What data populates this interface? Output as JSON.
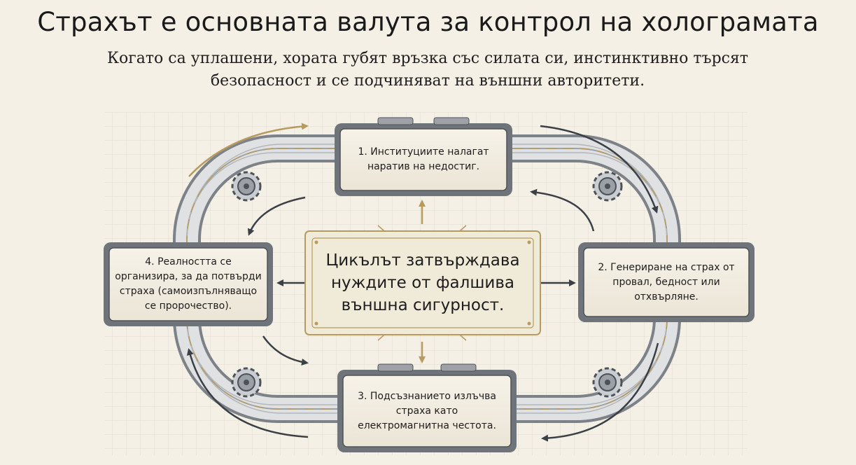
{
  "header": {
    "title": "Страхът е основната валута за контрол на холограмата",
    "subtitle": "Когато са уплашени, хората губят връзка със силата си, инстинктивно търсят безопасност и се подчиняват на външни авторитети."
  },
  "diagram": {
    "center": "Цикълът затвърждава нуждите от фалшива външна сигурност.",
    "steps": [
      "1. Институциите налагат наратив на недостиг.",
      "2. Генериране на страх от провал, бедност или отхвърляне.",
      "3. Подсъзнанието излъчва страха като електромагнитна честота.",
      "4. Реалността се организира, за да потвърди страха (самоизпълняващо се пророчество)."
    ]
  },
  "colors": {
    "background": "#f4f0e6",
    "accent_gold": "#b89a5e",
    "steel": "#8c9096",
    "arrow_dark": "#3b4046"
  }
}
